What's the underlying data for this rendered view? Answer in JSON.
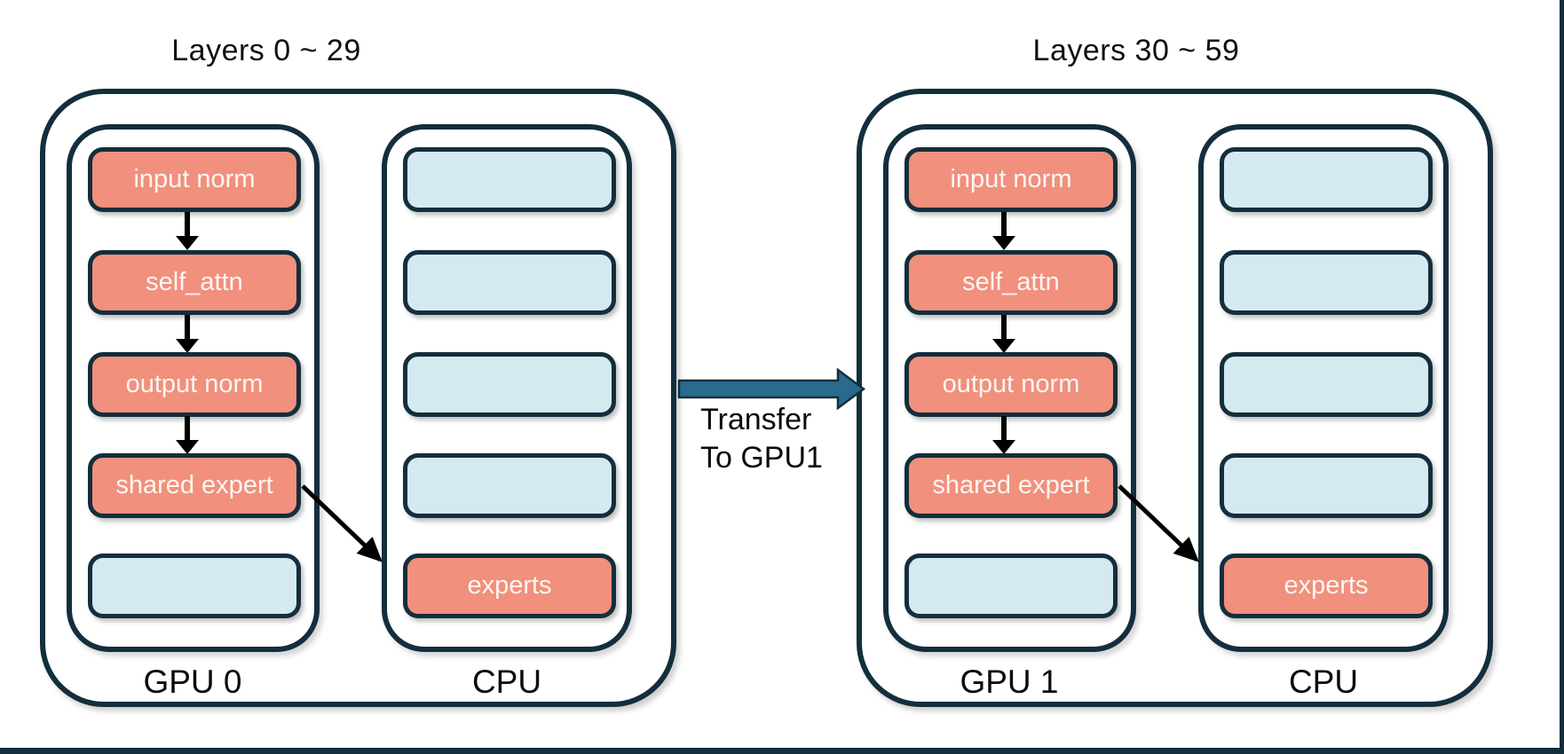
{
  "diagram": {
    "transfer_arrow": {
      "line1": "Transfer",
      "line2": "To GPU1"
    },
    "groups": [
      {
        "title": "Layers 0 ~ 29",
        "gpu": {
          "label": "GPU 0",
          "boxes": [
            {
              "label": "input norm",
              "kind": "module"
            },
            {
              "label": "self_attn",
              "kind": "module"
            },
            {
              "label": "output norm",
              "kind": "module"
            },
            {
              "label": "shared expert",
              "kind": "module"
            },
            {
              "label": "",
              "kind": "empty"
            }
          ]
        },
        "cpu": {
          "label": "CPU",
          "boxes": [
            {
              "label": "",
              "kind": "empty"
            },
            {
              "label": "",
              "kind": "empty"
            },
            {
              "label": "",
              "kind": "empty"
            },
            {
              "label": "",
              "kind": "empty"
            },
            {
              "label": "experts",
              "kind": "module"
            }
          ]
        }
      },
      {
        "title": "Layers 30 ~ 59",
        "gpu": {
          "label": "GPU 1",
          "boxes": [
            {
              "label": "input norm",
              "kind": "module"
            },
            {
              "label": "self_attn",
              "kind": "module"
            },
            {
              "label": "output norm",
              "kind": "module"
            },
            {
              "label": "shared expert",
              "kind": "module"
            },
            {
              "label": "",
              "kind": "empty"
            }
          ]
        },
        "cpu": {
          "label": "CPU",
          "boxes": [
            {
              "label": "",
              "kind": "empty"
            },
            {
              "label": "",
              "kind": "empty"
            },
            {
              "label": "",
              "kind": "empty"
            },
            {
              "label": "",
              "kind": "empty"
            },
            {
              "label": "experts",
              "kind": "module"
            }
          ]
        }
      }
    ]
  },
  "colors": {
    "module": "#F0907D",
    "empty": "#D4E9F0",
    "outline": "#132E3C",
    "transfer": "#2A6A8C",
    "text-light": "#FDF6F1"
  }
}
